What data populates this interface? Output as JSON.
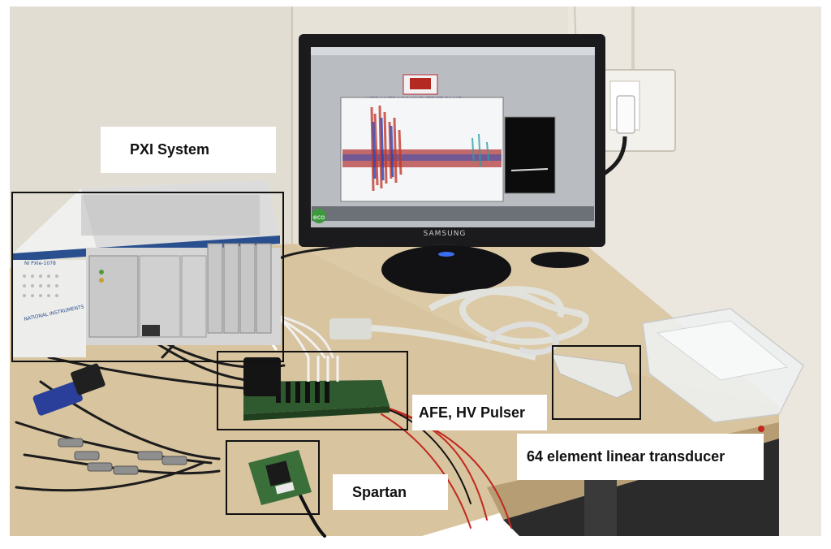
{
  "labels": {
    "pxi_system": "PXI System",
    "afe_hv_pulser": "AFE, HV Pulser",
    "transducer": "64 element linear transducer",
    "spartan": "Spartan"
  },
  "monitor": {
    "brand": "SAMSUNG",
    "eco_badge": "eco",
    "screen_title": "UTE ULTRASOUND TEST PANEL"
  },
  "pxi_chassis": {
    "model_text": "NI PXIe-1078",
    "brand_text": "NATIONAL INSTRUMENTS"
  },
  "colors": {
    "wall": "#e6e1d6",
    "desk": "#d6c29c",
    "monitor_bezel": "#1b1b1d",
    "chassis_body": "#e8e8e8",
    "chassis_trim": "#2a4f8f",
    "pcb_green": "#2f5a2f",
    "signal_red": "#c0281e",
    "signal_blue": "#2a3fa8"
  }
}
